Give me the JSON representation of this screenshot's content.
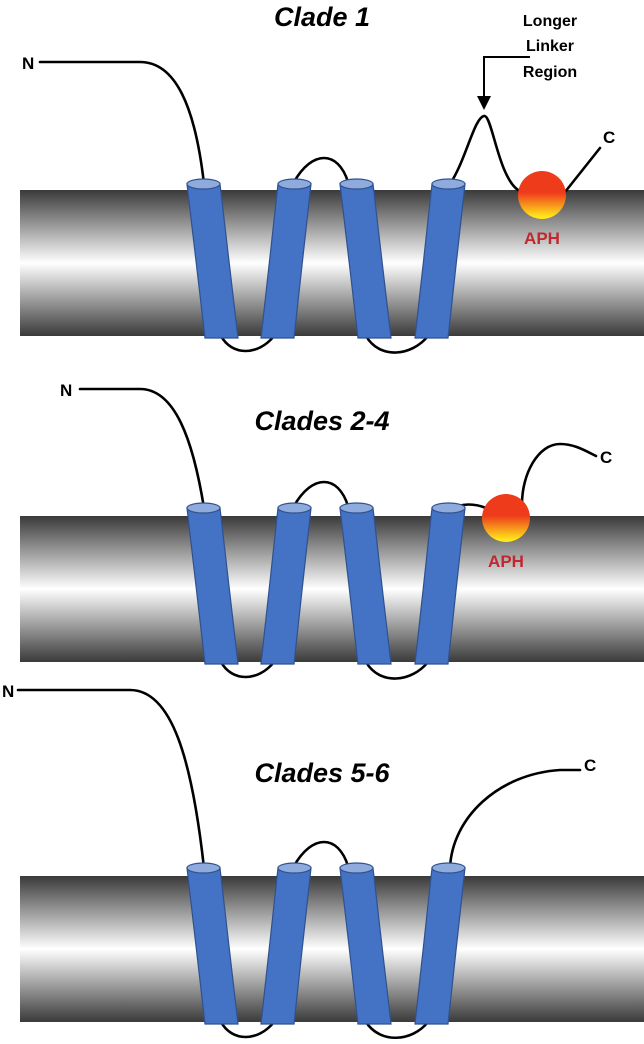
{
  "colors": {
    "helix": "#4472c4",
    "helix_top": "#8faadc",
    "helix_edge": "#2f528f",
    "membrane_dark": "#3a3a3a",
    "membrane_light": "#ffffff",
    "aph_top": "#ee3b1c",
    "aph_bottom": "#ffe71a",
    "aph_text": "#c0282e"
  },
  "icons": {
    "helix": "transmembrane-helix-cylinder",
    "aph": "aph-domain-circle",
    "arrow": "down-arrow"
  },
  "panels": [
    {
      "title": "Clade 1",
      "n_label": "N",
      "c_label": "C",
      "has_aph": true,
      "aph_label": "APH",
      "callout": [
        "Longer",
        "Linker",
        "Region"
      ]
    },
    {
      "title": "Clades 2-4",
      "n_label": "N",
      "c_label": "C",
      "has_aph": true,
      "aph_label": "APH"
    },
    {
      "title": "Clades 5-6",
      "n_label": "N",
      "c_label": "C",
      "has_aph": false
    }
  ]
}
